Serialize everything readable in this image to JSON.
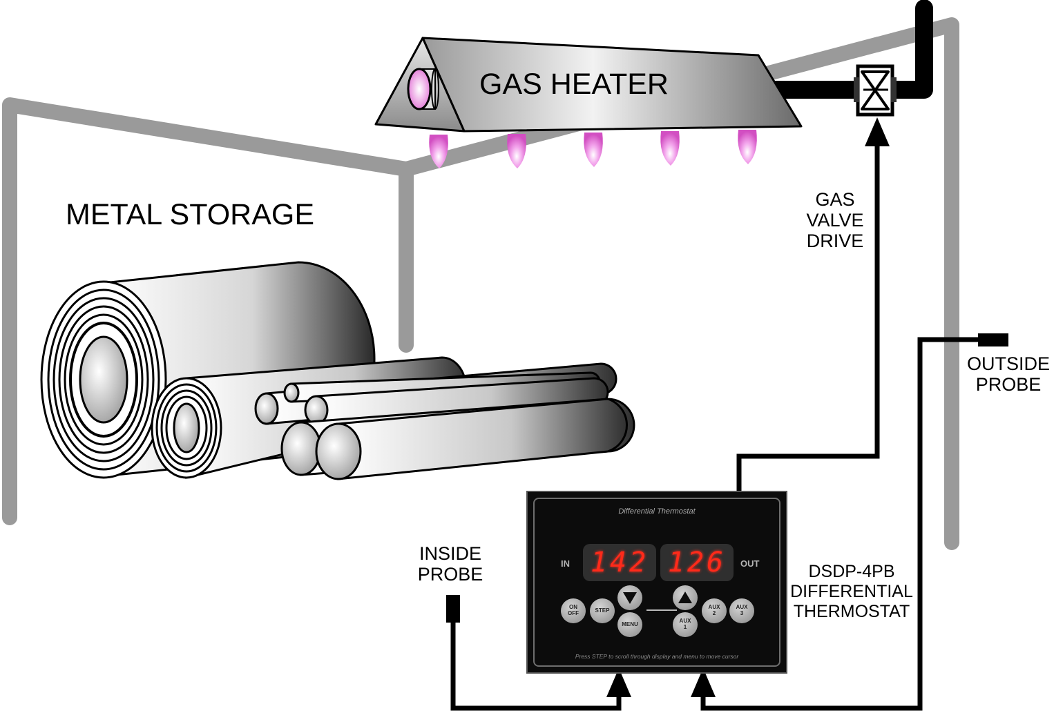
{
  "labels": {
    "gas_heater": "GAS HEATER",
    "metal_storage": "METAL STORAGE",
    "gas_valve_drive": [
      "GAS",
      "VALVE",
      "DRIVE"
    ],
    "outside_probe": [
      "OUTSIDE",
      "PROBE"
    ],
    "inside_probe": [
      "INSIDE",
      "PROBE"
    ],
    "device": [
      "DSDP-4PB",
      "DIFFERENTIAL",
      "THERMOSTAT"
    ]
  },
  "panel": {
    "title": "Differential Thermostat",
    "in_label": "IN",
    "out_label": "OUT",
    "in_reading": "142",
    "out_reading": "126",
    "buttons": {
      "on_off": "ON\nOFF",
      "step": "STEP",
      "menu": "MENU",
      "aux1": "AUX\n1",
      "aux2": "AUX\n2",
      "aux3": "AUX\n3"
    },
    "footer": "Press STEP to scroll through display and menu to move cursor"
  },
  "colors": {
    "building_frame": "#9a9a9a",
    "line": "#000000",
    "flame": "#e86fd8",
    "display_digits": "#ff2a1a",
    "panel_bg": "#0c0c0c"
  }
}
